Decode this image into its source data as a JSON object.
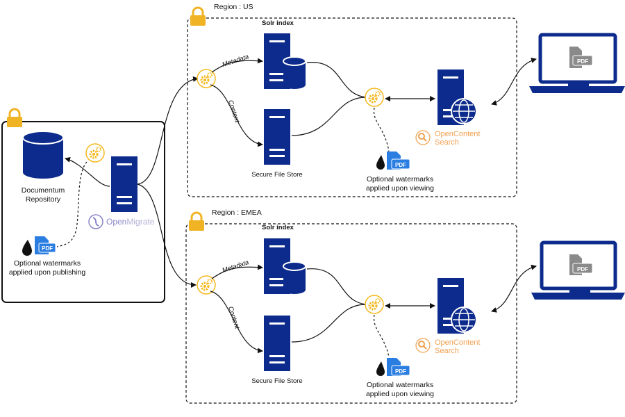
{
  "colors": {
    "navy": "#0d2b8c",
    "lock_gold": "#f0b323",
    "gear_gold": "#f5b81c",
    "pdf_blue": "#2a7de1",
    "gray_pdf": "#8a8a8a",
    "opencontent_orange": "#f0a050",
    "openmigrate_purple": "#8a86c8"
  },
  "left_box": {
    "repository_label_line1": "Documentum",
    "repository_label_line2": "Repository",
    "watermark_line1": "Optional watermarks",
    "watermark_line2": "applied upon publishing",
    "pdf_badge": "PDF",
    "logo_open": "Open",
    "logo_migrate": "Migrate"
  },
  "regions": [
    {
      "title": "Region : US",
      "solr_label": "Solr index",
      "metadata_label": "Metadata",
      "content_label": "Content",
      "file_store_label": "Secure File Store",
      "watermark_line1": "Optional watermarks",
      "watermark_line2": "applied upon viewing",
      "pdf_badge": "PDF",
      "search_open": "OpenContent",
      "search_word": "Search",
      "laptop_pdf": "PDF"
    },
    {
      "title": "Region : EMEA",
      "solr_label": "Solr index",
      "metadata_label": "Metadata",
      "content_label": "Content",
      "file_store_label": "Secure File Store",
      "watermark_line1": "Optional watermarks",
      "watermark_line2": "applied upon viewing",
      "pdf_badge": "PDF",
      "search_open": "OpenContent",
      "search_word": "Search",
      "laptop_pdf": "PDF"
    }
  ]
}
